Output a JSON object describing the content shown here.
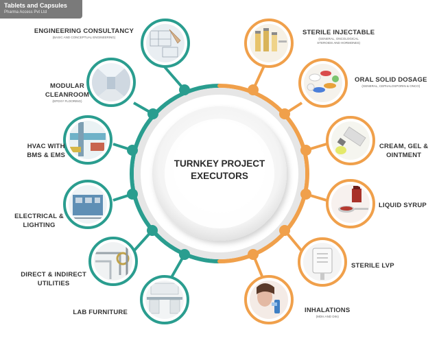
{
  "header": {
    "title": "Tablets and Capsules",
    "subtitle": "Pharma Access Pvt Ltd"
  },
  "center": {
    "line1": "TURNKEY PROJECT",
    "line2": "EXECUTORS"
  },
  "left_items": [
    {
      "label": "ENGINEERING CONSULTANCY",
      "sub": "(BASIC AND CONCEPTUAL ENGINEERING)"
    },
    {
      "label": "MODULAR\nCLEANROOM",
      "sub": "(EPOXY FLOORING)"
    },
    {
      "label": "HVAC WITH\nBMS & EMS",
      "sub": ""
    },
    {
      "label": "ELECTRICAL &\nLIGHTING",
      "sub": ""
    },
    {
      "label": "DIRECT & INDIRECT\nUTILITIES",
      "sub": ""
    },
    {
      "label": "LAB FURNITURE",
      "sub": ""
    }
  ],
  "right_items": [
    {
      "label": "STERILE INJECTABLE",
      "sub": "(GENERAL, ONCOLOGICAL\nSTEROIDS AND HORMONES)"
    },
    {
      "label": "ORAL SOLID DOSAGE",
      "sub": "(GENERAL, CEPHALOSPORIN & ONCO)"
    },
    {
      "label": "CREAM, GEL &\nOINTMENT",
      "sub": ""
    },
    {
      "label": "LIQUID SYRUP",
      "sub": ""
    },
    {
      "label": "STERILE LVP",
      "sub": ""
    },
    {
      "label": "INHALATIONS",
      "sub": "(MDIs AND DIIs)"
    }
  ],
  "colors": {
    "teal": "#2a9d8f",
    "orange": "#f0a04b",
    "ring": "#e6e6e6"
  },
  "icons": {
    "left": [
      "blueprint-drawing-icon",
      "cleanroom-corridor-icon",
      "hvac-duct-icon",
      "electrical-panel-icon",
      "utilities-piping-icon",
      "lab-furniture-icon"
    ],
    "right": [
      "injectable-vials-icon",
      "tablets-capsules-icon",
      "ointment-tube-icon",
      "syrup-spoon-icon",
      "iv-bag-icon",
      "inhaler-icon"
    ]
  }
}
